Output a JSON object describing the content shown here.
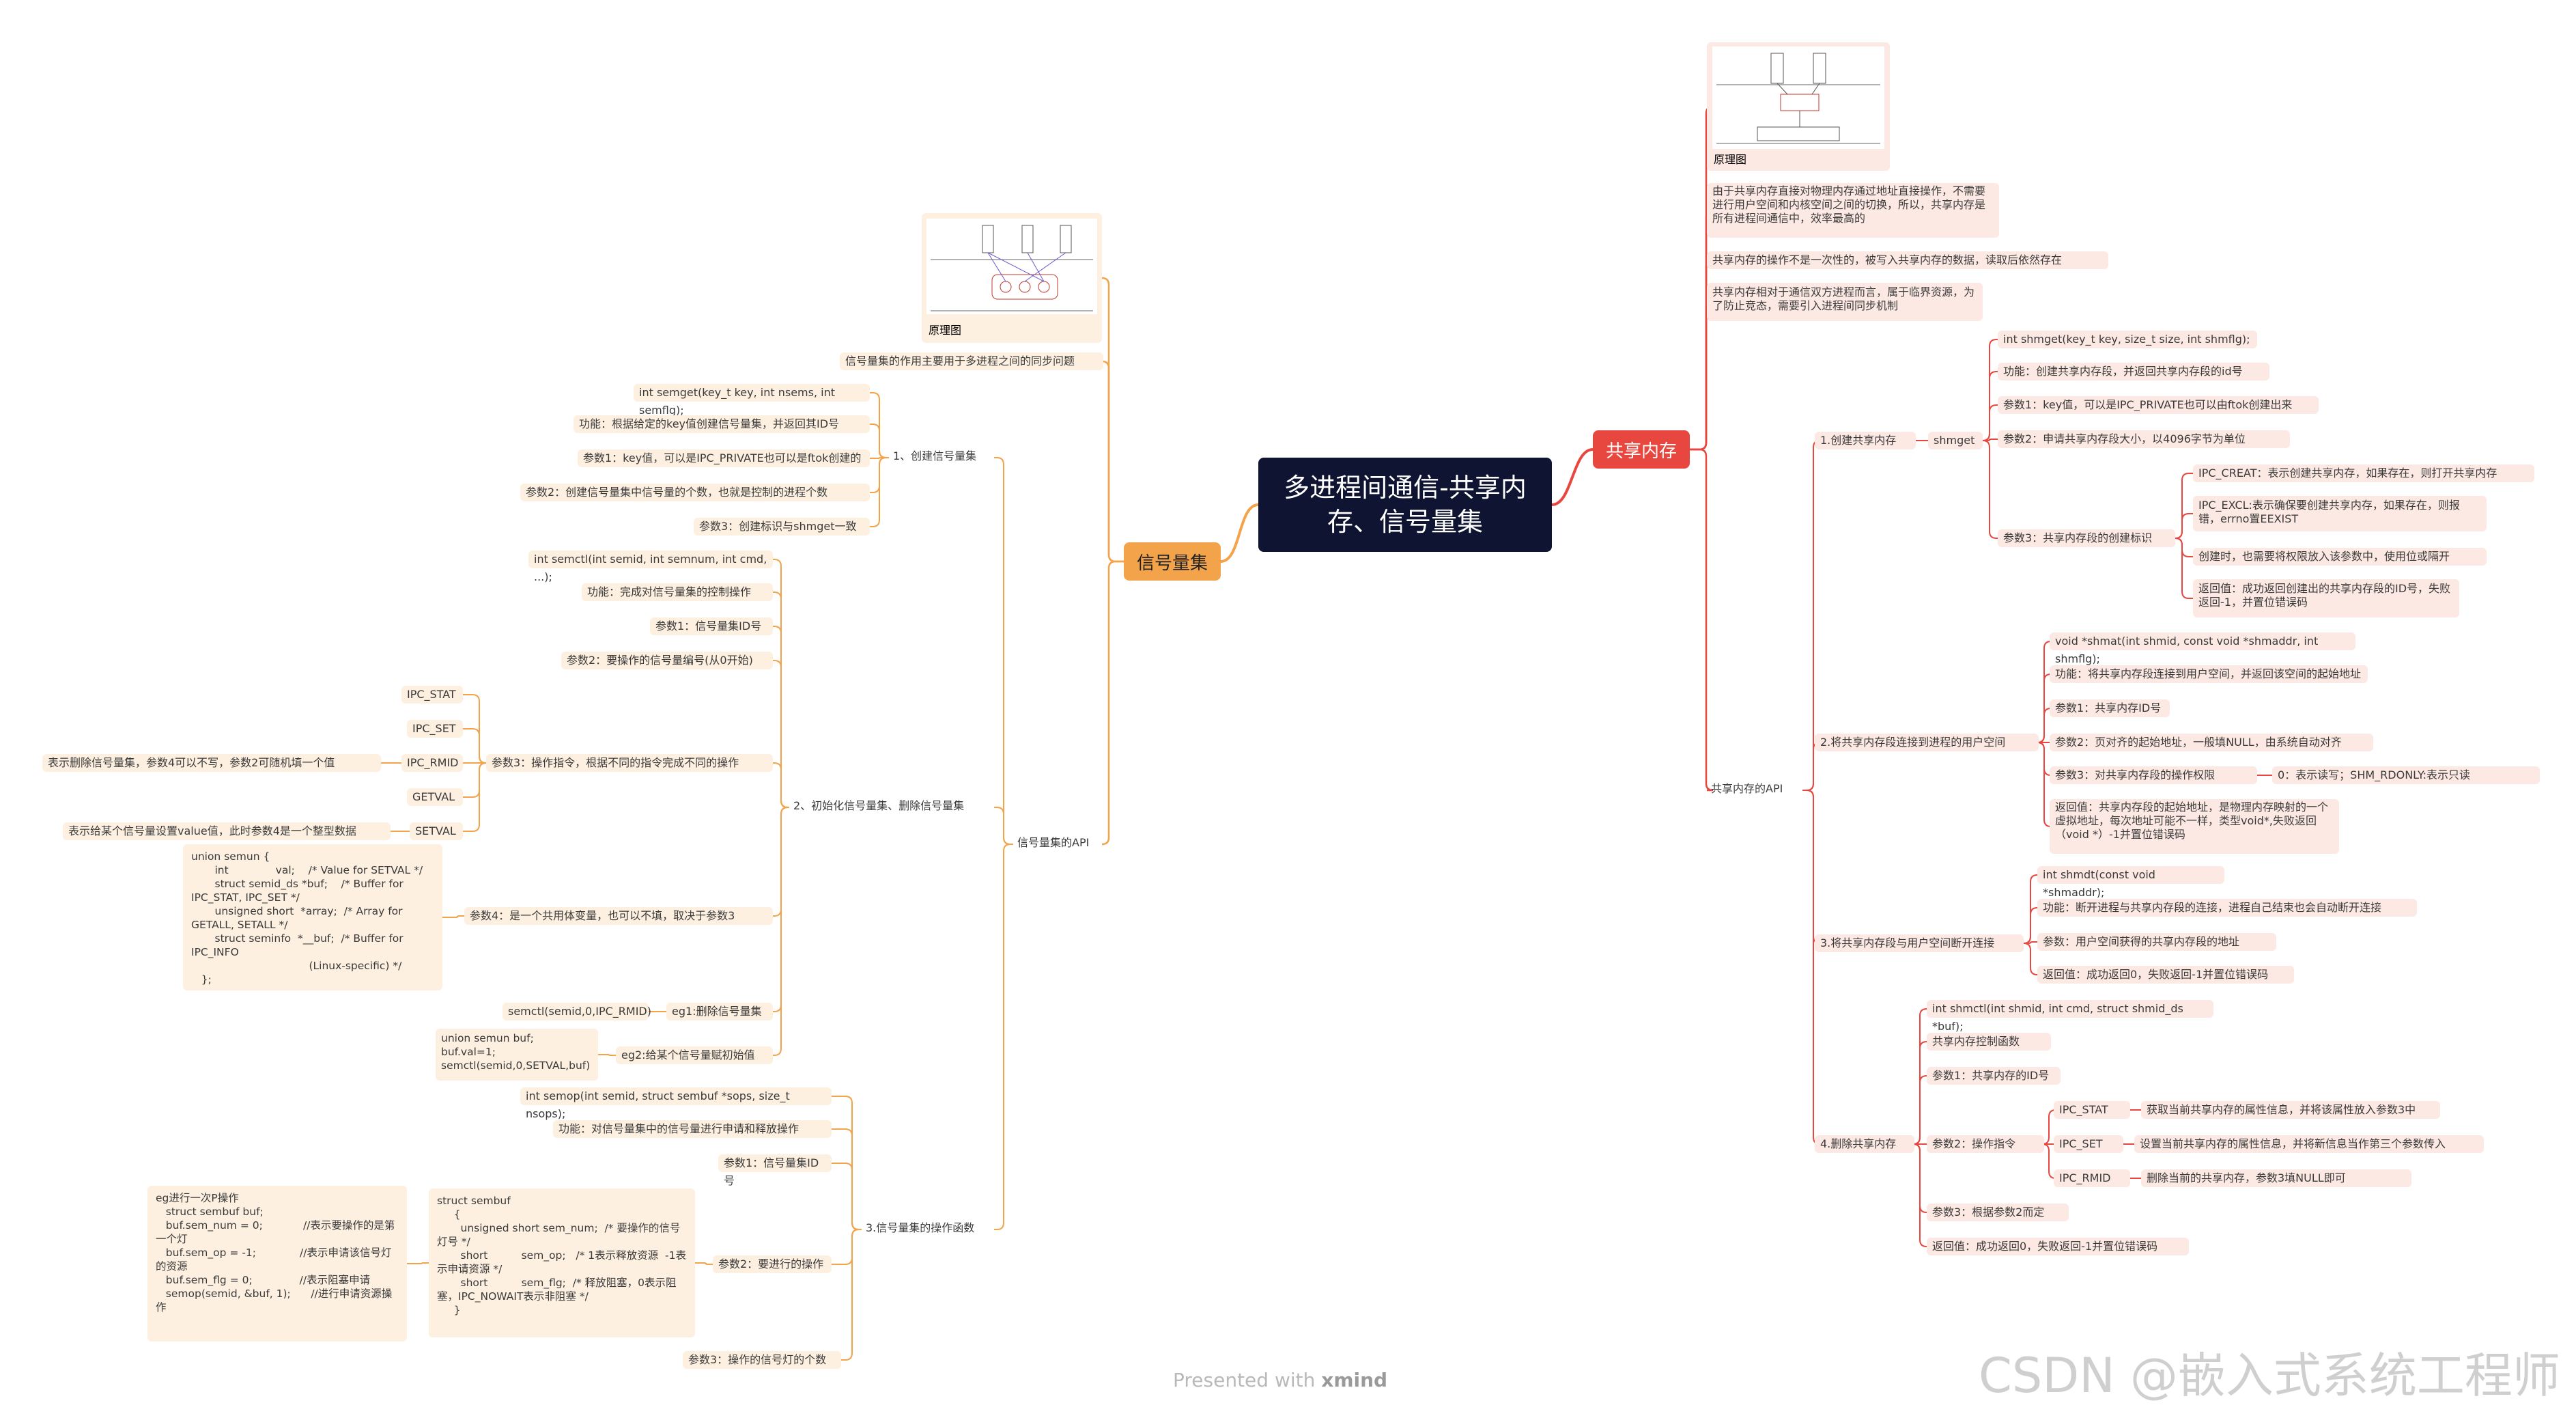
{
  "root": {
    "title": "多进程间通信-共享内存、信号量集"
  },
  "branches": {
    "shm": {
      "label": "共享内存"
    },
    "sem": {
      "label": "信号量集"
    }
  },
  "shm": {
    "diagram_label": "原理图",
    "desc1": "由于共享内存直接对物理内存通过地址直接操作，不需要进行用户空间和内核空间之间的切换，所以，共享内存是所有进程间通信中，效率最高的",
    "desc2": "共享内存的操作不是一次性的，被写入共享内存的数据，读取后依然存在",
    "desc3": "共享内存相对于通信双方进程而言，属于临界资源，为了防止竞态，需要引入进程间同步机制",
    "api": "共享内存的API",
    "create": {
      "label": "1.创建共享内存",
      "fn": "shmget",
      "proto": "int shmget(key_t key, size_t size, int shmflg);",
      "func": "功能：创建共享内存段，并返回共享内存段的id号",
      "p1": "参数1：key值，可以是IPC_PRIVATE也可以由ftok创建出来",
      "p2": "参数2：申请共享内存段大小，以4096字节为单位",
      "p3": "参数3：共享内存段的创建标识",
      "p3_items": [
        "IPC_CREAT：表示创建共享内存，如果存在，则打开共享内存",
        "IPC_EXCL:表示确保要创建共享内存，如果存在，则报错，errno置EEXIST",
        "创建时，也需要将权限放入该参数中，使用位或隔开",
        "返回值：成功返回创建出的共享内存段的ID号，失败返回-1，并置位错误码"
      ]
    },
    "attach": {
      "label": "2.将共享内存段连接到进程的用户空间",
      "items": [
        "void *shmat(int shmid, const void *shmaddr, int shmflg);",
        "功能：将共享内存段连接到用户空间，并返回该空间的起始地址",
        "参数1：共享内存ID号",
        "参数2：页对齐的起始地址，一般填NULL，由系统自动对齐",
        "参数3：对共享内存段的操作权限",
        "返回值：共享内存段的起始地址，是物理内存映射的一个虚拟地址，每次地址可能不一样，类型void*,失败返回（void *）-1并置位错误码"
      ],
      "p3_detail": "0：表示读写；SHM_RDONLY:表示只读"
    },
    "detach": {
      "label": "3.将共享内存段与用户空间断开连接",
      "items": [
        "int shmdt(const void *shmaddr);",
        "功能：断开进程与共享内存段的连接，进程自己结束也会自动断开连接",
        "参数：用户空间获得的共享内存段的地址",
        "返回值：成功返回0，失败返回-1并置位错误码"
      ]
    },
    "remove": {
      "label": "4.删除共享内存",
      "proto": "int shmctl(int shmid, int cmd, struct shmid_ds *buf);",
      "func": "共享内存控制函数",
      "p1": "参数1：共享内存的ID号",
      "p2": "参数2：操作指令",
      "cmds": [
        {
          "name": "IPC_STAT",
          "desc": "获取当前共享内存的属性信息，并将该属性放入参数3中"
        },
        {
          "name": "IPC_SET",
          "desc": "设置当前共享内存的属性信息，并将新信息当作第三个参数传入"
        },
        {
          "name": "IPC_RMID",
          "desc": "删除当前的共享内存，参数3填NULL即可"
        }
      ],
      "p3": "参数3：根据参数2而定",
      "ret": "返回值：成功返回0，失败返回-1并置位错误码"
    }
  },
  "sem": {
    "diagram_label": "原理图",
    "purpose": "信号量集的作用主要用于多进程之间的同步问题",
    "api": "信号量集的API",
    "create": {
      "label": "1、创建信号量集",
      "items": [
        "int semget(key_t key, int nsems, int semflg);",
        "功能：根据给定的key值创建信号量集，并返回其ID号",
        "参数1：key值，可以是IPC_PRIVATE也可以是ftok创建的",
        "参数2：创建信号量集中信号量的个数，也就是控制的进程个数",
        "参数3：创建标识与shmget一致"
      ]
    },
    "init": {
      "label": "2、初始化信号量集、删除信号量集",
      "proto": "int semctl(int semid, int semnum, int cmd, ...);",
      "func": "功能：完成对信号量集的控制操作",
      "p1": "参数1：信号量集ID号",
      "p2": "参数2：要操作的信号量编号(从0开始)",
      "p3": "参数3：操作指令，根据不同的指令完成不同的操作",
      "cmds": [
        "IPC_STAT",
        "IPC_SET",
        "IPC_RMID",
        "GETVAL",
        "SETVAL"
      ],
      "rmid_note": "表示删除信号量集，参数4可以不写，参数2可随机填一个值",
      "setval_note": "表示给某个信号量设置value值，此时参数4是一个整型数据",
      "p4": "参数4：是一个共用体变量，也可以不填，取决于参数3",
      "union_code": "union semun {\n       int              val;    /* Value for SETVAL */\n       struct semid_ds *buf;    /* Buffer for IPC_STAT, IPC_SET */\n       unsigned short  *array;  /* Array for GETALL, SETALL */\n       struct seminfo  *__buf;  /* Buffer for IPC_INFO\n                                   (Linux-specific) */\n   };",
      "eg1": "eg1:删除信号量集",
      "eg1_code": "semctl(semid,0,IPC_RMID)",
      "eg2": "eg2:给某个信号量赋初始值",
      "eg2_code": "union semun buf;\nbuf.val=1;\nsemctl(semid,0,SETVAL,buf)"
    },
    "op": {
      "label": "3.信号量集的操作函数",
      "proto": "int semop(int semid, struct sembuf *sops, size_t nsops);",
      "func": "功能：对信号量集中的信号量进行申请和释放操作",
      "p1": "参数1：信号量集ID号",
      "p2": "参数2：要进行的操作",
      "sembuf_code": "struct sembuf\n     {\n       unsigned short sem_num;  /* 要操作的信号灯号 */\n       short          sem_op;   /* 1表示释放资源  -1表示申请资源 */\n       short          sem_flg;  /* 释放阻塞，0表示阻塞，IPC_NOWAIT表示非阻塞 */\n     }",
      "eg_code": "eg进行一次P操作\n   struct sembuf buf;\n   buf.sem_num = 0;            //表示要操作的是第一个灯\n   buf.sem_op = -1;             //表示申请该信号灯的资源\n   buf.sem_flg = 0;              //表示阻塞申请\n   semop(semid, &buf, 1);      //进行申请资源操作",
      "p3": "参数3：操作的信号灯的个数"
    }
  },
  "footer": {
    "presented": "Presented with",
    "brand": "xmind",
    "csdn": "CSDN @嵌入式系统工程师"
  },
  "colors": {
    "red_line": "#e8473f",
    "orange_line": "#f3a349",
    "root_bg": "#0e1431"
  }
}
